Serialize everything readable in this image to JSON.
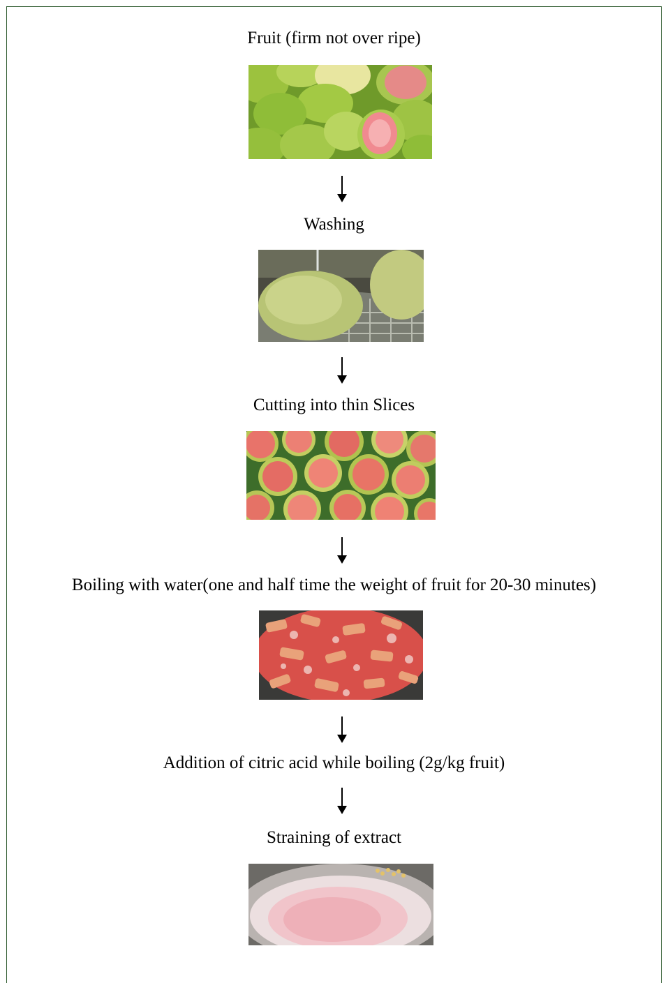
{
  "steps": [
    {
      "label": "Fruit (firm not over ripe)",
      "image": "whole-guavas-photo"
    },
    {
      "label": "Washing",
      "image": "washing-guava-photo"
    },
    {
      "label": "Cutting into thin Slices",
      "image": "guava-slices-photo"
    },
    {
      "label": "Boiling with water(one and half time the weight of fruit for 20-30 minutes)",
      "image": "boiling-guava-photo"
    },
    {
      "label": "Addition of citric acid while boiling (2g/kg fruit)",
      "image": ""
    },
    {
      "label": "Straining of extract",
      "image": "strained-extract-photo"
    }
  ],
  "arrow_icon": "down-arrow-icon",
  "colors": {
    "border": "#2e5a2e",
    "arrow": "#000000",
    "text": "#000000"
  }
}
